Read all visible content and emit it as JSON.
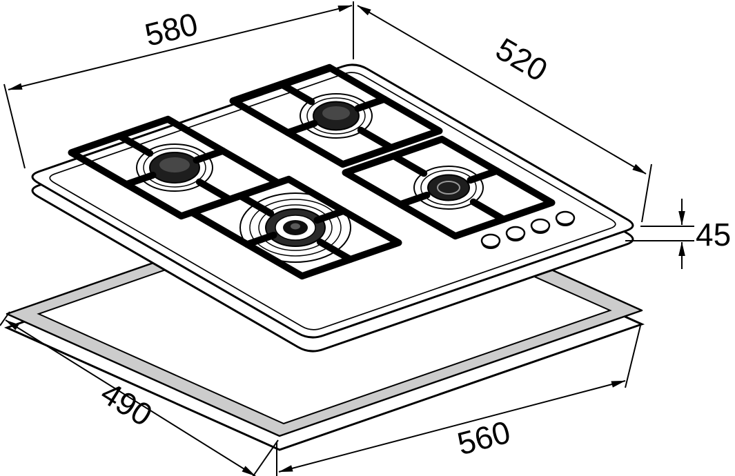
{
  "figure": {
    "kind": "technical-dimension-drawing",
    "subject": "built-in 4-burner gas hob above worktop cutout"
  },
  "dimensions": {
    "hob_width": "580",
    "hob_depth": "520",
    "hob_height": "45",
    "cutout_depth": "490",
    "cutout_width": "560"
  },
  "colors": {
    "line": "#000000",
    "frame_band_fill": "#cccccc",
    "burner_cap_fill": "#1e1e1e",
    "background": "#ffffff"
  }
}
